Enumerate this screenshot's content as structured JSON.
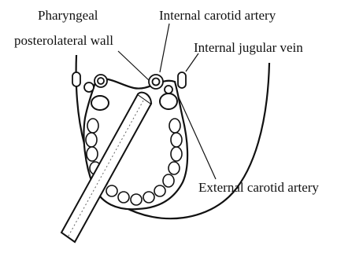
{
  "labels": {
    "pharyngeal_wall_line1": "Pharyngeal",
    "pharyngeal_wall_line2": "posterolateral wall",
    "internal_carotid": "Internal carotid artery",
    "internal_jugular": "Internal jugular vein",
    "external_carotid": "External carotid artery"
  }
}
